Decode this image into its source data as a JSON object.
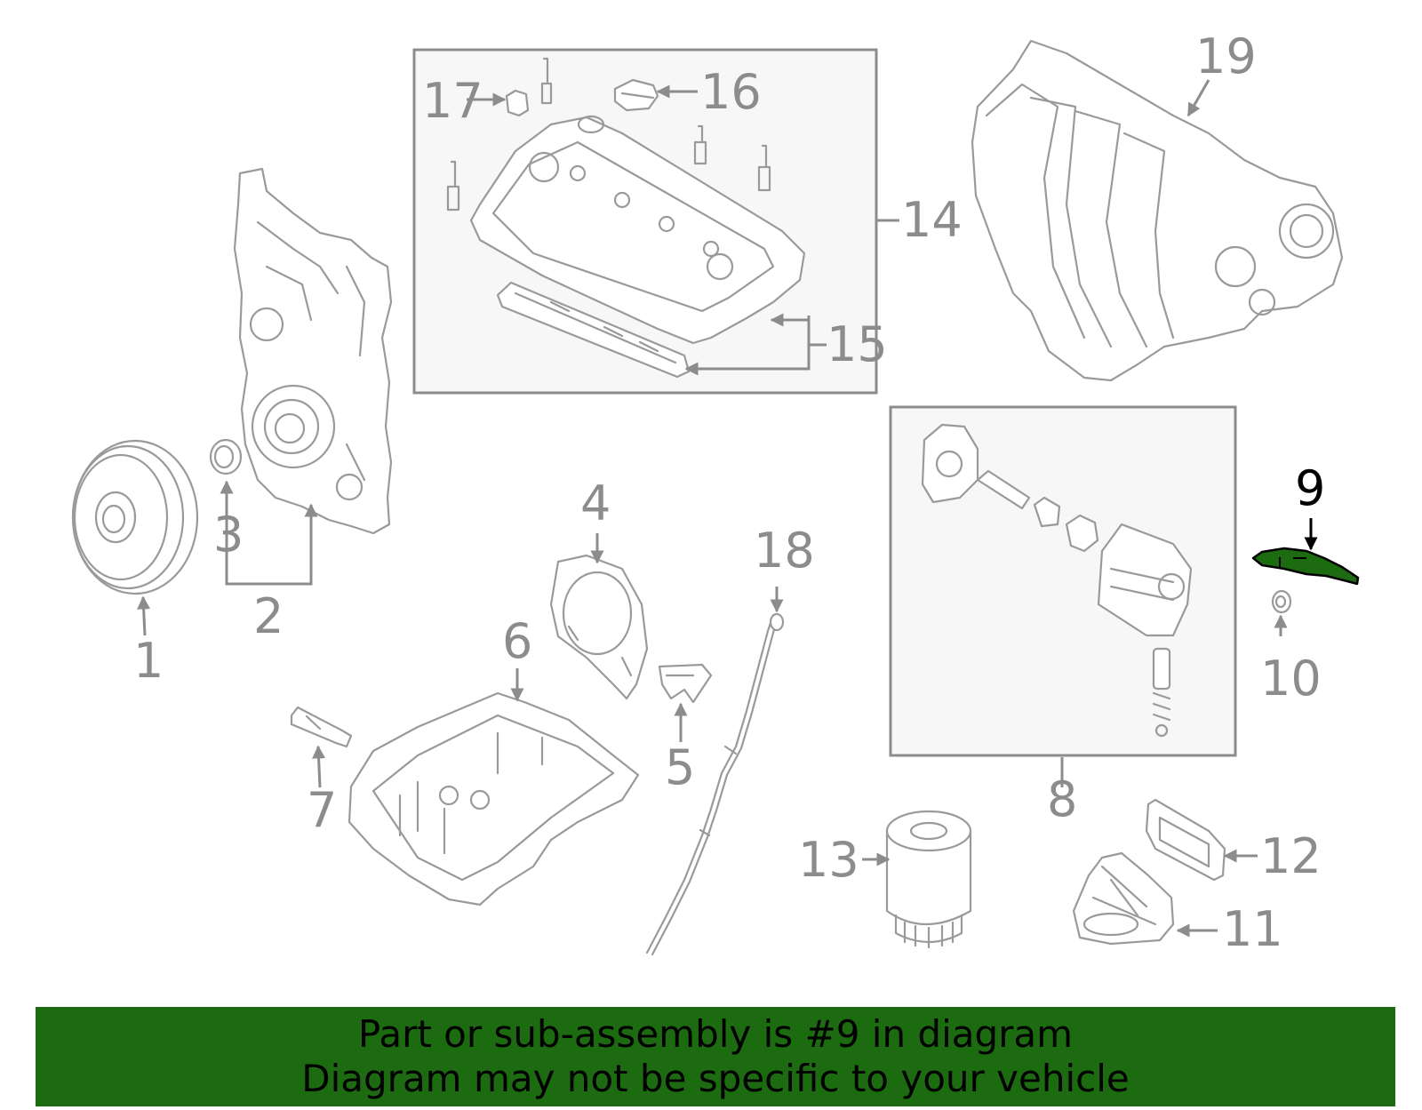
{
  "colors": {
    "banner_bg": "#1c6b10",
    "banner_text": "#000000",
    "highlight_fill": "#1c6b10",
    "part_stroke": "#9a9a9a",
    "callout_text": "#8c8c8c",
    "highlight_text": "#000000"
  },
  "callouts": {
    "c1": "1",
    "c2": "2",
    "c3": "3",
    "c4": "4",
    "c5": "5",
    "c6": "6",
    "c7": "7",
    "c8": "8",
    "c9": "9",
    "c10": "10",
    "c11": "11",
    "c12": "12",
    "c13": "13",
    "c14": "14",
    "c15": "15",
    "c16": "16",
    "c17": "17",
    "c18": "18",
    "c19": "19"
  },
  "highlighted_part": "9",
  "banner": {
    "line1": "Part or sub-assembly is #9 in diagram",
    "line2": "Diagram may not be specific to your vehicle"
  }
}
